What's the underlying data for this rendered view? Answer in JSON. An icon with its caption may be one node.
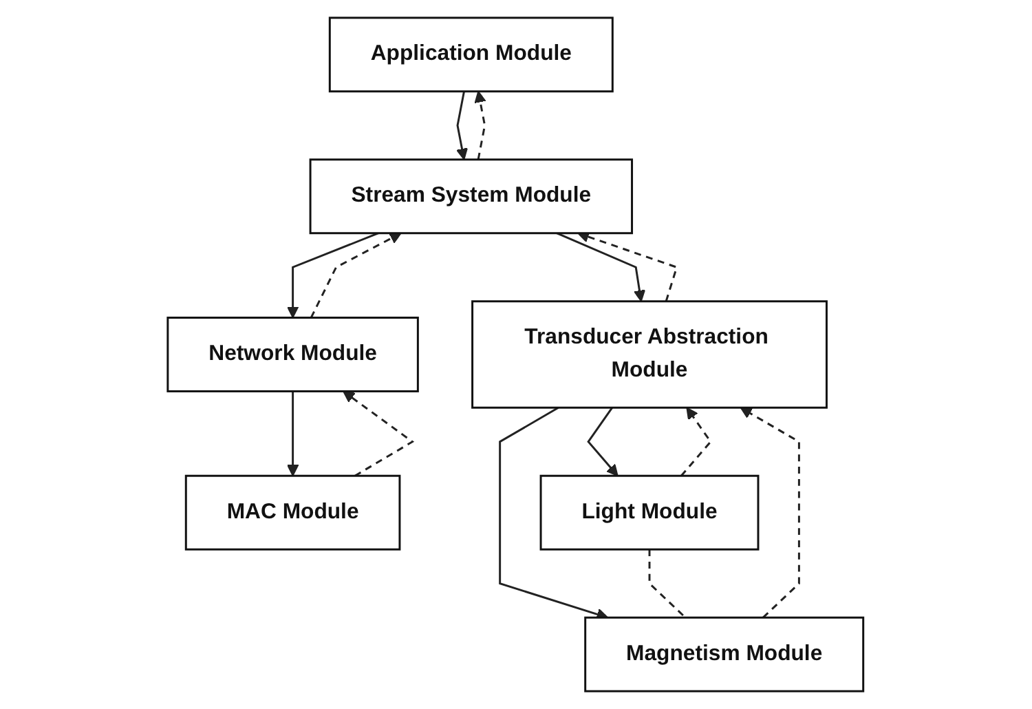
{
  "diagram": {
    "nodes": [
      {
        "text": [
          "Application Module"
        ]
      },
      {
        "text": [
          "Stream System Module"
        ]
      },
      {
        "text": [
          "Transducer Abstraction Module"
        ]
      },
      {
        "text": [
          "Network Module"
        ]
      },
      {
        "text": [
          "MAC Module"
        ]
      },
      {
        "text": [
          "Light Module"
        ]
      },
      {
        "text": [
          "Magnetism Module"
        ]
      }
    ],
    "edges": [
      {
        "from": 0,
        "to": 1,
        "arrow": "to"
      },
      {
        "from": 1,
        "to": 0,
        "arrow": "to",
        "style": "dashed"
      },
      {
        "from": 1,
        "to": 2,
        "arrow": "to"
      },
      {
        "from": 2,
        "to": 1,
        "arrow": "to",
        "style": "dashed"
      },
      {
        "from": 1,
        "to": 3,
        "arrow": "to"
      },
      {
        "from": 3,
        "to": 1,
        "arrow": "to",
        "style": "dashed"
      },
      {
        "from": 3,
        "to": 4,
        "arrow": "to"
      },
      {
        "from": 4,
        "to": 3,
        "arrow": "to",
        "style": "dashed"
      },
      {
        "from": 2,
        "to": 5,
        "arrow": "to"
      },
      {
        "from": 5,
        "to": 2,
        "arrow": "to",
        "style": "dashed"
      },
      {
        "from": 2,
        "to": 6,
        "arrow": "to"
      },
      {
        "from": 6,
        "to": 2,
        "arrow": "to",
        "style": "dashed"
      },
      {
        "from": 5,
        "to": 6,
        "arrow": "none",
        "style": "dashed"
      }
    ]
  }
}
